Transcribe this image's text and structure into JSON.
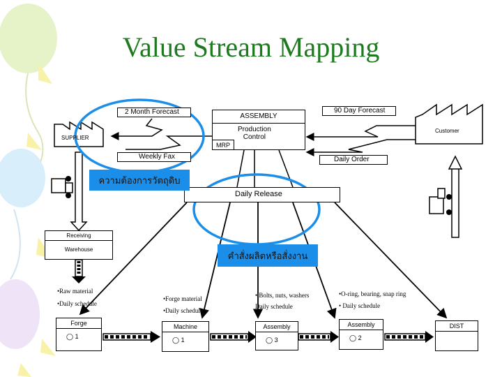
{
  "title": "Value Stream Mapping",
  "info_boxes": {
    "month_forecast": "2 Month Forecast",
    "weekly_fax": "Weekly Fax",
    "day90_forecast": "90 Day Forecast",
    "daily_order": "Daily Order"
  },
  "control": {
    "assembly": "ASSEMBLY",
    "production_control": "Production\nControl",
    "mrp": "MRP",
    "daily_release": "Daily Release"
  },
  "supplier": "SUPPLIER",
  "customer": "Customer",
  "warehouse": {
    "top": "Receiving",
    "bottom": "Warehouse"
  },
  "callouts": {
    "material_need": "ความต้องการวัตถุดิบ",
    "production_order": "คำสั่งผลิตหรือสั่งงาน"
  },
  "notes": {
    "forge": [
      "•Raw material",
      "•Daily schedule"
    ],
    "machine": [
      "•Forge material",
      "•Daily schedule"
    ],
    "assembly1": [
      "• Bolts, nuts, washers",
      "  Daily schedule"
    ],
    "assembly2": [
      "•O-ring, bearing, snap ring",
      "•  Daily schedule"
    ]
  },
  "processes": [
    {
      "name": "Forge",
      "operators": "1"
    },
    {
      "name": "Machine",
      "operators": "1"
    },
    {
      "name": "Assembly",
      "operators": "3"
    },
    {
      "name": "Assembly",
      "operators": "2"
    }
  ],
  "dist": "DIST",
  "colors": {
    "title": "#1e7a1e",
    "callout": "#1a8ee8",
    "ellipse": "#1a8ee8"
  }
}
